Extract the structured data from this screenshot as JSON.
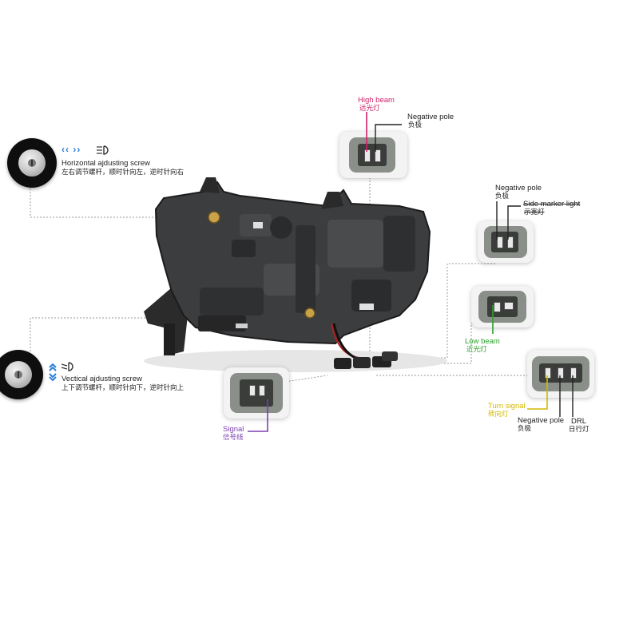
{
  "adjusters": {
    "horizontal": {
      "label_en": "Horizontal ajdusting screw",
      "label_cn": "左右调节螺杆，顺时针向左，逆时针向右",
      "arrows": "‹‹ ››"
    },
    "vertical": {
      "label_en": "Vectical ajdusting screw",
      "label_cn": "上下调节螺杆，顺时针向下，逆时针向上"
    }
  },
  "connectors": {
    "top": {
      "high_beam_en": "High beam",
      "high_beam_cn": "远光灯",
      "negative_en": "Negative pole",
      "negative_cn": "负极"
    },
    "side_marker": {
      "negative_en": "Negative pole",
      "negative_cn": "负极",
      "marker_en": "Side marker light",
      "marker_cn": "示宽灯"
    },
    "low_beam": {
      "low_en": "Low beam",
      "low_cn": "近光灯"
    },
    "signal": {
      "signal_en": "Signal",
      "signal_cn": "信号线"
    },
    "turn": {
      "turn_en": "Turn signal",
      "turn_cn": "转向灯",
      "negative_en": "Negative pole",
      "negative_cn": "负极",
      "drl_en": "DRL",
      "drl_cn": "日行灯"
    }
  },
  "colors": {
    "high_beam": "#d0206a",
    "low_beam": "#2aa02a",
    "signal": "#7b3fb0",
    "turn": "#d4b800",
    "arrow": "#2b7fd6"
  }
}
